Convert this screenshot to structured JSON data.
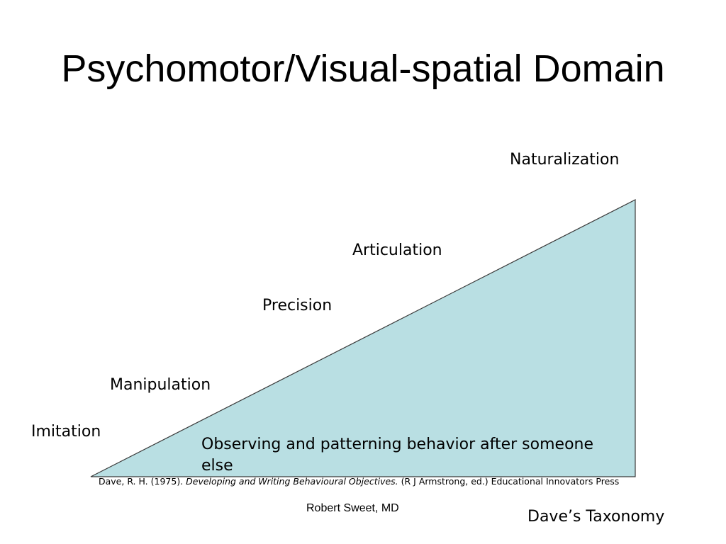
{
  "slide": {
    "title": "Psychomotor/Visual-spatial Domain",
    "levels": [
      {
        "key": "naturalization",
        "label": "Naturalization"
      },
      {
        "key": "articulation",
        "label": "Articulation"
      },
      {
        "key": "precision",
        "label": "Precision"
      },
      {
        "key": "manipulation",
        "label": "Manipulation"
      },
      {
        "key": "imitation",
        "label": "Imitation"
      }
    ],
    "description": "Observing and patterning behavior after someone else",
    "citation": {
      "prefix": "Dave, R. H. (1975). ",
      "italic": "Developing and Writing Behavioural Objectives.",
      "suffix": " (R J Armstrong, ed.) Educational Innovators Press"
    },
    "author": "Robert Sweet, MD",
    "taxonomy": "Dave’s Taxonomy"
  },
  "colors": {
    "triangle_fill": "#b9dfe3",
    "triangle_stroke": "#3a3a3a",
    "text": "#000000"
  }
}
